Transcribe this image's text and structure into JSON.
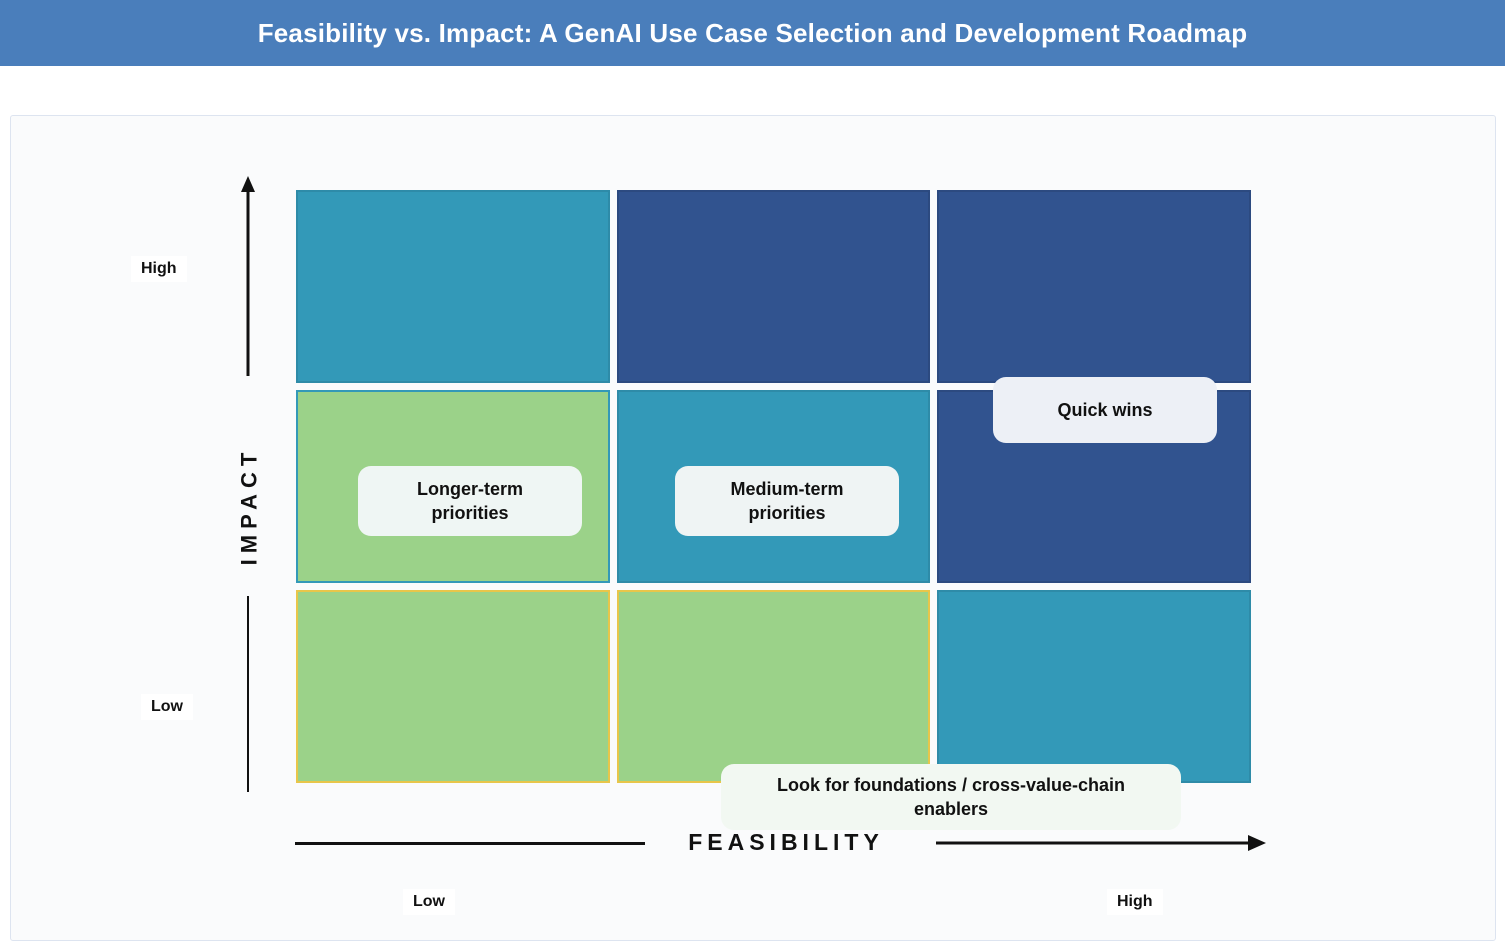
{
  "header": {
    "title": "Feasibility vs. Impact: A GenAI Use Case Selection and Development Roadmap",
    "background_color": "#4A7EBB",
    "text_color": "#FFFFFF"
  },
  "chart_data": {
    "type": "heatmap",
    "title": "Feasibility vs. Impact: A GenAI Use Case Selection and Development Roadmap",
    "xlabel": "FEASIBILITY",
    "ylabel": "IMPACT",
    "x_tick_labels": [
      "Low",
      "High"
    ],
    "y_tick_labels": [
      "High",
      "Low"
    ],
    "grid": false,
    "legend": "none",
    "columns": [
      "Low",
      "Medium",
      "High"
    ],
    "rows": [
      "High",
      "Medium",
      "Low"
    ],
    "palette": {
      "teal": "#3399B8",
      "navy": "#31538F",
      "green": "#9BD289",
      "teal_border": "#2E8BA8",
      "navy_border": "#2C4A80",
      "gold_border": "#E8C64A"
    },
    "cells": [
      {
        "row": "High",
        "col": "Low",
        "category": "teal",
        "color": "#3399B8",
        "border_color": "#2E8BA8"
      },
      {
        "row": "High",
        "col": "Medium",
        "category": "navy",
        "color": "#31538F",
        "border_color": "#2C4A80"
      },
      {
        "row": "High",
        "col": "High",
        "category": "navy",
        "color": "#31538F",
        "border_color": "#2C4A80"
      },
      {
        "row": "Medium",
        "col": "Low",
        "category": "green-teal-edge",
        "color": "#9BD289",
        "border_color": "#3399B8"
      },
      {
        "row": "Medium",
        "col": "Medium",
        "category": "teal",
        "color": "#3399B8",
        "border_color": "#2E8BA8"
      },
      {
        "row": "Medium",
        "col": "High",
        "category": "navy",
        "color": "#31538F",
        "border_color": "#2C4A80"
      },
      {
        "row": "Low",
        "col": "Low",
        "category": "green-gold-edge",
        "color": "#9BD289",
        "border_color": "#E8C64A"
      },
      {
        "row": "Low",
        "col": "Medium",
        "category": "green-gold-edge",
        "color": "#9BD289",
        "border_color": "#E8C64A"
      },
      {
        "row": "Low",
        "col": "High",
        "category": "teal",
        "color": "#3399B8",
        "border_color": "#2E8BA8"
      }
    ],
    "annotations": [
      {
        "id": "quick-wins",
        "text": "Quick wins",
        "row": "High",
        "col": "High"
      },
      {
        "id": "longer-term",
        "text": "Longer-term priorities",
        "row": "High",
        "col": "Low"
      },
      {
        "id": "medium-term",
        "text": "Medium-term priorities",
        "row": "High",
        "col": "Medium"
      },
      {
        "id": "foundations",
        "text": "Look for foundations / cross-value-chain enablers",
        "row": "Low",
        "col": "Medium"
      }
    ]
  },
  "axes": {
    "y": {
      "label": "IMPACT",
      "high_cap": "High",
      "low_cap": "Low",
      "arrow_icon": "arrow-up-icon"
    },
    "x": {
      "label": "FEASIBILITY",
      "low_cap": "Low",
      "high_cap": "High",
      "arrow_icon": "arrow-right-icon"
    }
  },
  "callouts": {
    "quick_wins": "Quick wins",
    "longer_term": "Longer-term priorities",
    "medium_term": "Medium-term priorities",
    "foundations": "Look for foundations / cross-value-chain enablers"
  }
}
